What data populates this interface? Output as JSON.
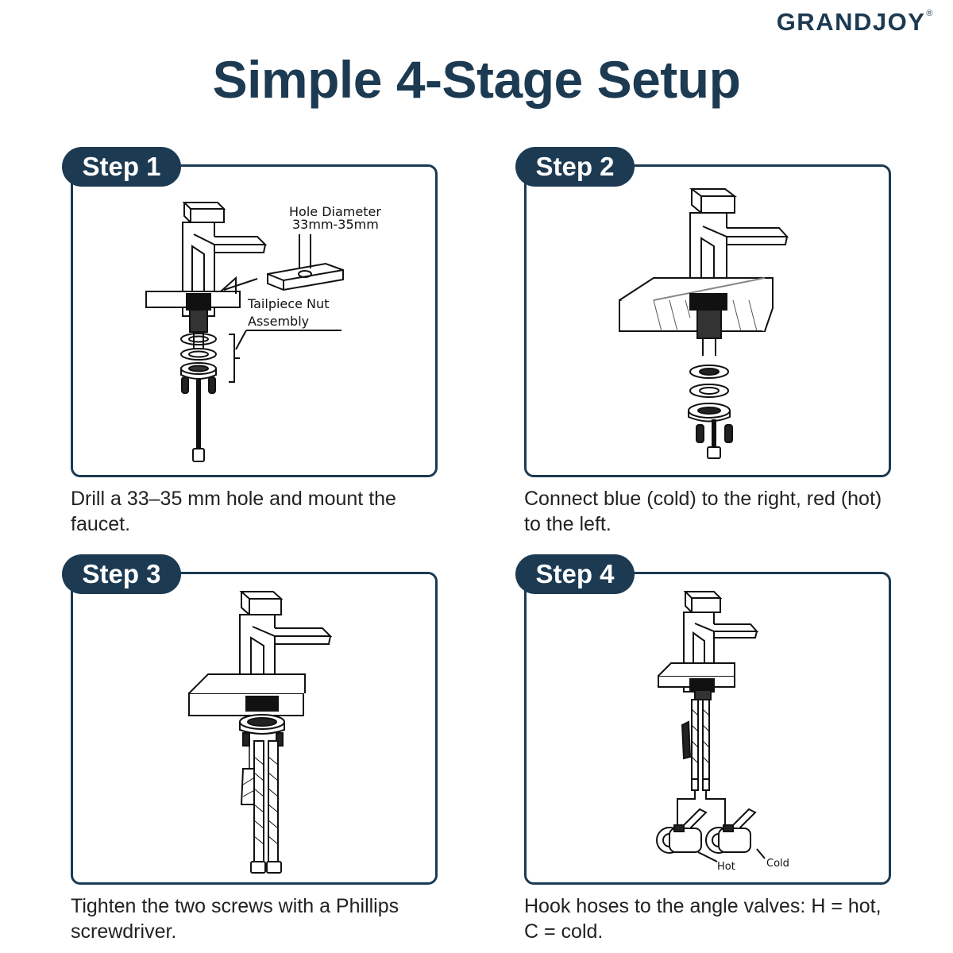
{
  "brand": {
    "name": "GRANDJOY",
    "mark": "®"
  },
  "title": "Simple 4-Stage Setup",
  "steps": [
    {
      "label": "Step 1",
      "caption": "Drill a 33–35 mm hole and mount the faucet.",
      "annotations": {
        "hole_line1": "Hole Diameter",
        "hole_line2": "33mm-35mm",
        "nut_line1": "Tailpiece Nut",
        "nut_line2": "Assembly"
      }
    },
    {
      "label": "Step 2",
      "caption": "Connect blue (cold) to the right, red (hot) to the left."
    },
    {
      "label": "Step 3",
      "caption": "Tighten the two screws with a Phillips screwdriver."
    },
    {
      "label": "Step 4",
      "caption": "Hook hoses to the angle valves: H = hot, C = cold.",
      "annotations": {
        "hot": "Hot",
        "cold": "Cold"
      }
    }
  ],
  "icons": [
    "faucet-illustration",
    "deck-plate-illustration",
    "tailpiece-nut-illustration",
    "screwdriver-illustration",
    "angle-valve-illustration"
  ],
  "colors": {
    "accent": "#1c3a52",
    "text": "#222222",
    "background": "#ffffff"
  }
}
